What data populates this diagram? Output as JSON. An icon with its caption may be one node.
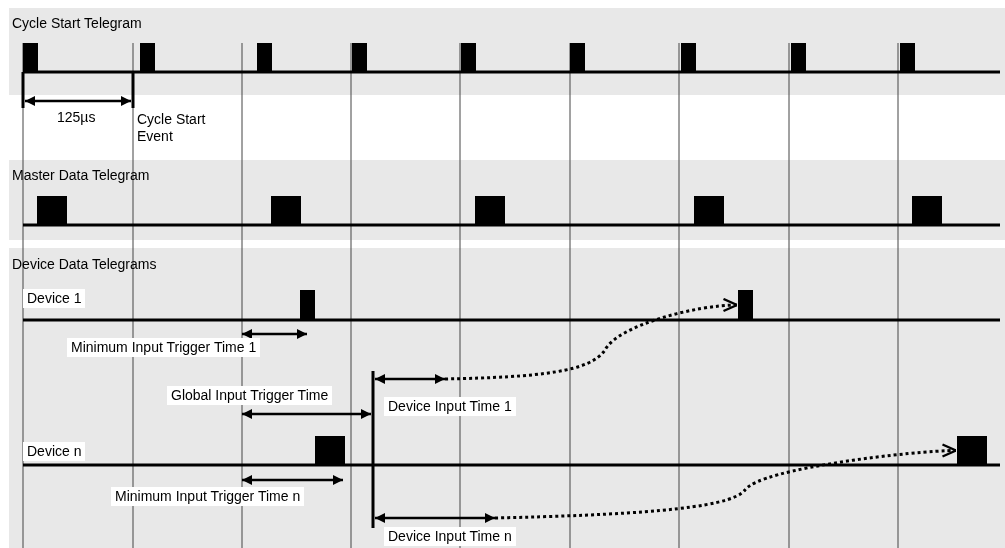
{
  "diagram": {
    "nodes": [
      {
        "text": [],
        "shape": "bar"
      },
      {
        "text": [],
        "shape": "bar"
      }
    ],
    "edges": [
      {
        "from": null,
        "to": 0,
        "arrow": "to",
        "style": "dashed"
      },
      {
        "from": null,
        "to": 1,
        "arrow": "to",
        "style": "dashed"
      }
    ],
    "labels": [
      "Cycle Start Telegram",
      "125µs",
      "Cycle Start Event",
      "Master Data Telegram",
      "Device Data Telegrams",
      "Device 1",
      "Minimum Input Trigger Time 1",
      "Global Input Trigger Time",
      "Device Input Time 1",
      "Device n",
      "Minimum Input Trigger Time n",
      "Device Input Time n"
    ]
  }
}
